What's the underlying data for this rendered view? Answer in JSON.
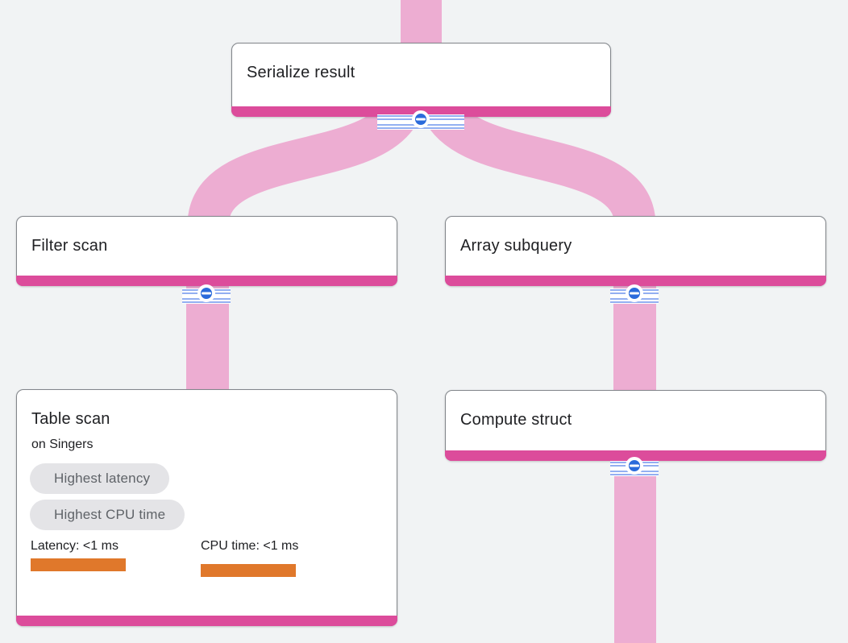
{
  "diagram": {
    "type": "query-execution-plan",
    "background": "#f1f3f4",
    "colors": {
      "edge_band": "#edadd2",
      "node_fill": "#ffffff",
      "node_border": "#82868b",
      "node_accent_bar": "#dc4c9b",
      "collapse_button_blue": "#2b6bdb",
      "stripe_blue": "#93aff1",
      "chip_bg": "#e4e4e7",
      "chip_text": "#5f6368",
      "stat_bar_orange": "#e0782b",
      "text": "#202124"
    },
    "icons": {
      "collapse": "minus-circle"
    }
  },
  "nodes": [
    {
      "id": "serialize-result",
      "title": "Serialize result"
    },
    {
      "id": "filter-scan",
      "title": "Filter scan"
    },
    {
      "id": "array-subquery",
      "title": "Array subquery"
    },
    {
      "id": "table-scan",
      "title": "Table scan",
      "subtitle": "on Singers",
      "badges": [
        "Highest latency",
        "Highest CPU time"
      ],
      "stats": [
        {
          "label": "Latency: <1 ms"
        },
        {
          "label": "CPU time: <1 ms"
        }
      ]
    },
    {
      "id": "compute-struct",
      "title": "Compute struct"
    }
  ],
  "edges": [
    {
      "from": "parent",
      "to": "serialize-result"
    },
    {
      "from": "serialize-result",
      "to": "filter-scan"
    },
    {
      "from": "serialize-result",
      "to": "array-subquery"
    },
    {
      "from": "filter-scan",
      "to": "table-scan"
    },
    {
      "from": "array-subquery",
      "to": "compute-struct"
    },
    {
      "from": "compute-struct",
      "to": "child"
    }
  ]
}
